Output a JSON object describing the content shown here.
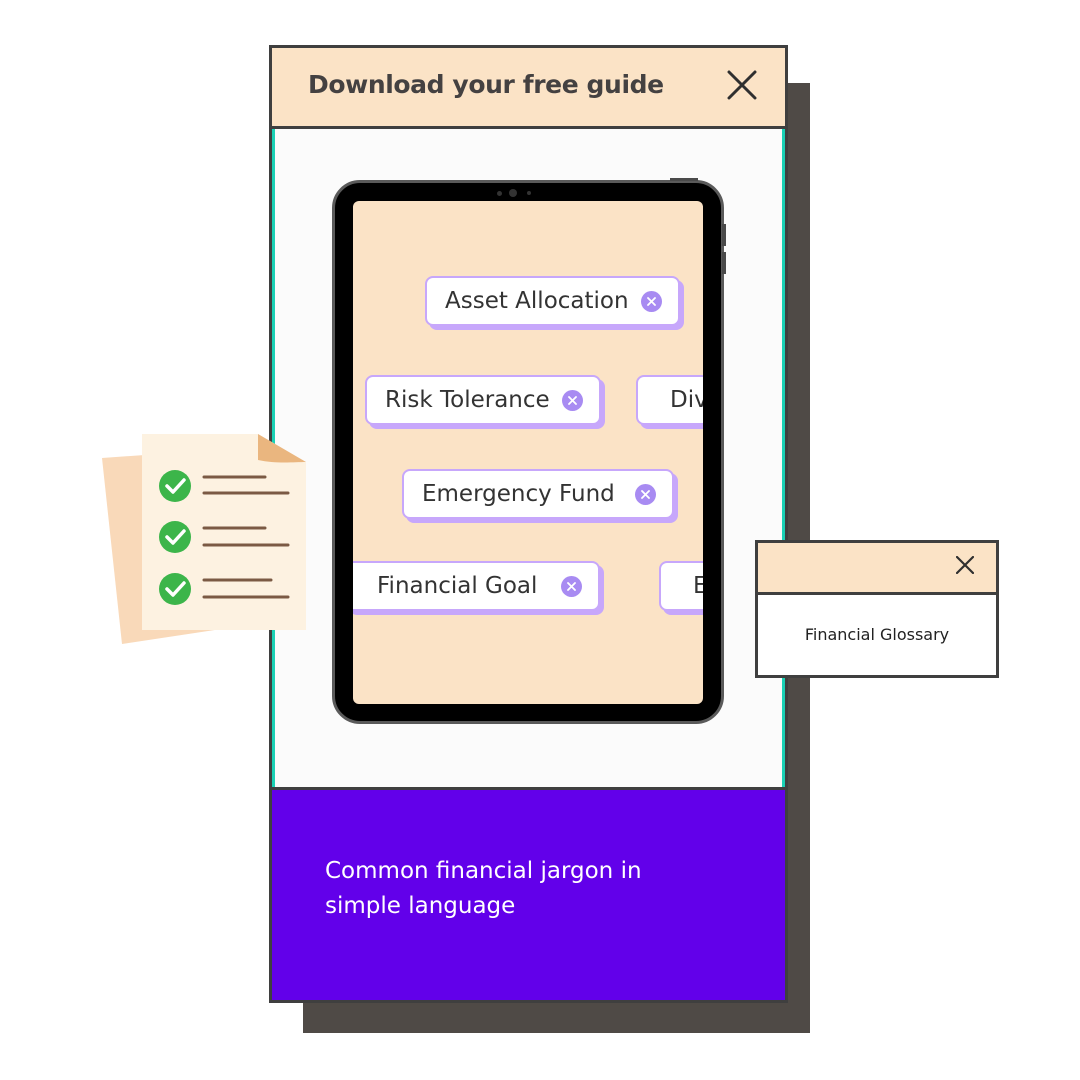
{
  "card": {
    "title": "Download your free guide",
    "close_icon": "close-icon",
    "footer_text": "Common financial jargon in simple language"
  },
  "tablet": {
    "chips": [
      {
        "label": "Asset Allocation"
      },
      {
        "label": "Risk Tolerance"
      },
      {
        "label": "Div"
      },
      {
        "label": "Emergency Fund"
      },
      {
        "label": "Financial Goal"
      },
      {
        "label": "E"
      }
    ]
  },
  "popup": {
    "label": "Financial Glossary",
    "close_icon": "close-icon"
  },
  "illustration": {
    "icon": "checklist-document-icon",
    "checked_items": 3
  },
  "colors": {
    "header_bg": "#fbe3c6",
    "footer_bg": "#6200ea",
    "accent_border": "#1ad1b5",
    "chip_border": "#c7a7fb",
    "check_green": "#3cb54a"
  }
}
